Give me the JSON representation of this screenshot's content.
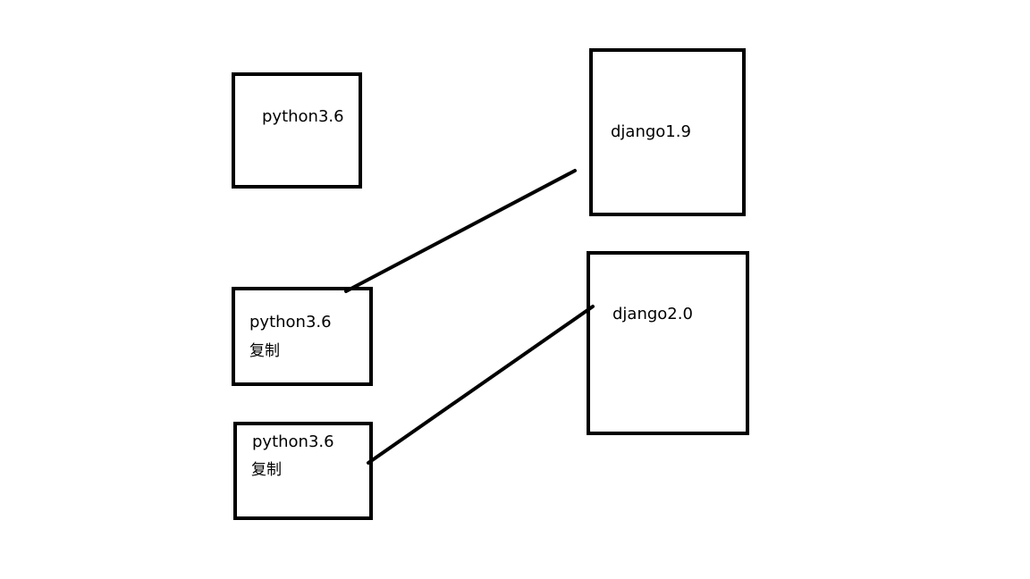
{
  "nodes": {
    "python_original": {
      "label": "python3.6"
    },
    "python_copy_1": {
      "label": "python3.6",
      "sublabel": "复制"
    },
    "python_copy_2": {
      "label": "python3.6",
      "sublabel": "复制"
    },
    "django_19": {
      "label": "django1.9"
    },
    "django_20": {
      "label": "django2.0"
    }
  },
  "edges": [
    {
      "from": "python_copy_1",
      "to": "django_19"
    },
    {
      "from": "python_copy_2",
      "to": "django_20"
    }
  ],
  "colors": {
    "stroke": "#000000",
    "background": "#ffffff"
  }
}
